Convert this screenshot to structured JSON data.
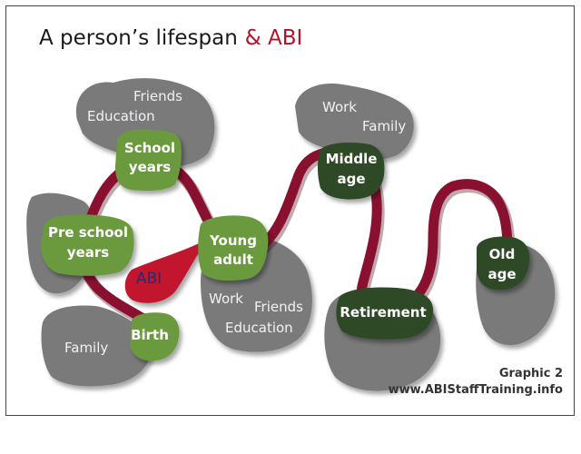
{
  "title": {
    "main": "A person’s lifespan",
    "accent": "& ABI"
  },
  "nodes": {
    "school": [
      "School",
      "years"
    ],
    "preschool": [
      "Pre school",
      "years"
    ],
    "birth": "Birth",
    "young": [
      "Young",
      "adult"
    ],
    "middle": [
      "Middle",
      "age"
    ],
    "retirement": "Retirement",
    "old": [
      "Old",
      "age"
    ]
  },
  "contexts": {
    "school": [
      "Friends",
      "Education"
    ],
    "middle": [
      "Work",
      "Family"
    ],
    "young": [
      "Work",
      "Friends",
      "Education"
    ],
    "birth": "Family"
  },
  "abi_label": "ABI",
  "credit": {
    "line1": "Graphic 2",
    "line2": "www.ABIStaffTraining.info"
  },
  "colors": {
    "path": "#8a1030",
    "blob": "#7a7a7a",
    "node_light": "#6b9a3c",
    "node_dark": "#2f4a25",
    "abi": "#c2142f",
    "abi_text": "#2a2a6e"
  }
}
